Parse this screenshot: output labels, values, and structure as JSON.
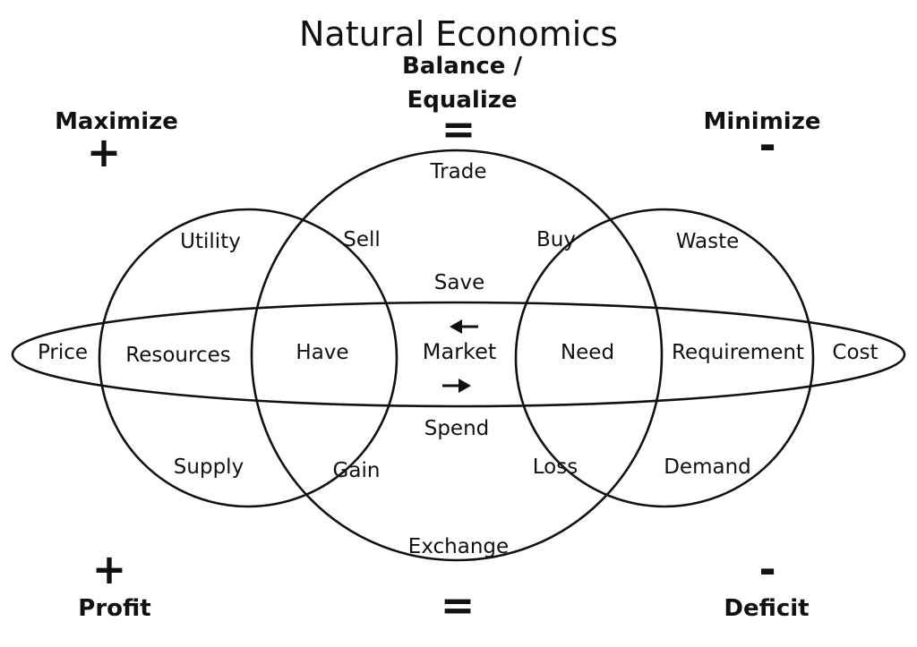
{
  "title": "Natural Economics",
  "top": {
    "balance_line1": "Balance /",
    "balance_line2": "Equalize",
    "equals": "="
  },
  "corners": {
    "maximize": "Maximize",
    "maximize_symbol": "+",
    "minimize": "Minimize",
    "minimize_symbol": "-",
    "profit": "Profit",
    "profit_symbol": "+",
    "deficit": "Deficit",
    "deficit_symbol": "-",
    "bottom_equals": "="
  },
  "regions": {
    "trade": "Trade",
    "utility": "Utility",
    "sell": "Sell",
    "buy": "Buy",
    "waste": "Waste",
    "save": "Save",
    "price": "Price",
    "resources": "Resources",
    "have": "Have",
    "market": "Market",
    "need": "Need",
    "requirement": "Requirement",
    "cost": "Cost",
    "spend": "Spend",
    "supply": "Supply",
    "gain": "Gain",
    "loss": "Loss",
    "demand": "Demand",
    "exchange": "Exchange"
  },
  "icons": {
    "left_arrow": "arrow-left-icon",
    "right_arrow": "arrow-right-icon"
  }
}
